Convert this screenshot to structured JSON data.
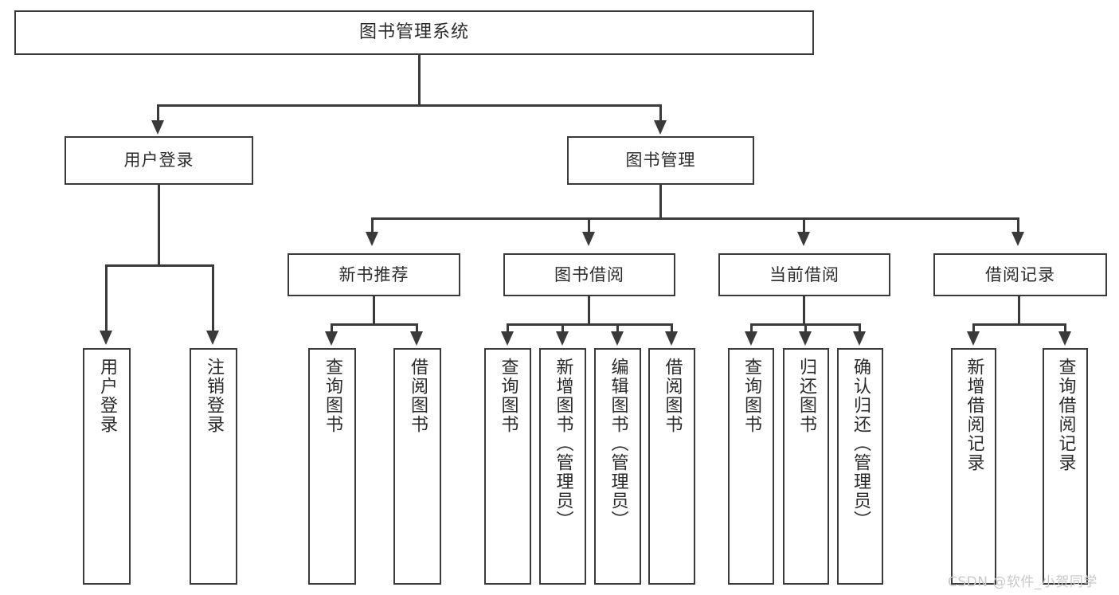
{
  "diagram": {
    "title": "图书管理系统",
    "type": "function-structure-tree",
    "orientation": "top-down",
    "levels": 4
  },
  "root": {
    "label": "图书管理系统"
  },
  "level2": [
    {
      "id": "user-login",
      "label": "用户登录"
    },
    {
      "id": "book-manage",
      "label": "图书管理"
    }
  ],
  "level3": [
    {
      "id": "new-book-recommend",
      "label": "新书推荐",
      "parent": "book-manage"
    },
    {
      "id": "book-borrow",
      "label": "图书借阅",
      "parent": "book-manage"
    },
    {
      "id": "current-borrow",
      "label": "当前借阅",
      "parent": "book-manage"
    },
    {
      "id": "borrow-record",
      "label": "借阅记录",
      "parent": "book-manage"
    }
  ],
  "leaves": {
    "user_login": [
      {
        "id": "leaf-user-login",
        "label": "用户登录"
      },
      {
        "id": "leaf-user-logout",
        "label": "注销登录"
      }
    ],
    "new_book_recommend": [
      {
        "id": "leaf-query-book-1",
        "label": "查询图书"
      },
      {
        "id": "leaf-borrow-book-1",
        "label": "借阅图书"
      }
    ],
    "book_borrow": [
      {
        "id": "leaf-query-book-2",
        "label": "查询图书"
      },
      {
        "id": "leaf-add-book",
        "label": "新增图书（管理员）"
      },
      {
        "id": "leaf-edit-book",
        "label": "编辑图书（管理员）"
      },
      {
        "id": "leaf-borrow-book-2",
        "label": "借阅图书"
      }
    ],
    "current_borrow": [
      {
        "id": "leaf-query-book-3",
        "label": "查询图书"
      },
      {
        "id": "leaf-return-book",
        "label": "归还图书"
      },
      {
        "id": "leaf-confirm-return",
        "label": "确认归还（管理员）"
      }
    ],
    "borrow_record": [
      {
        "id": "leaf-add-record",
        "label": "新增借阅记录"
      },
      {
        "id": "leaf-query-record",
        "label": "查询借阅记录"
      }
    ]
  },
  "watermark": {
    "text": "CSDN @软件_小贺同学"
  },
  "colors": {
    "stroke": "#3a3a3a",
    "fill": "#ffffff",
    "text": "#2b2b2b",
    "watermark": "#c9c9c9"
  }
}
